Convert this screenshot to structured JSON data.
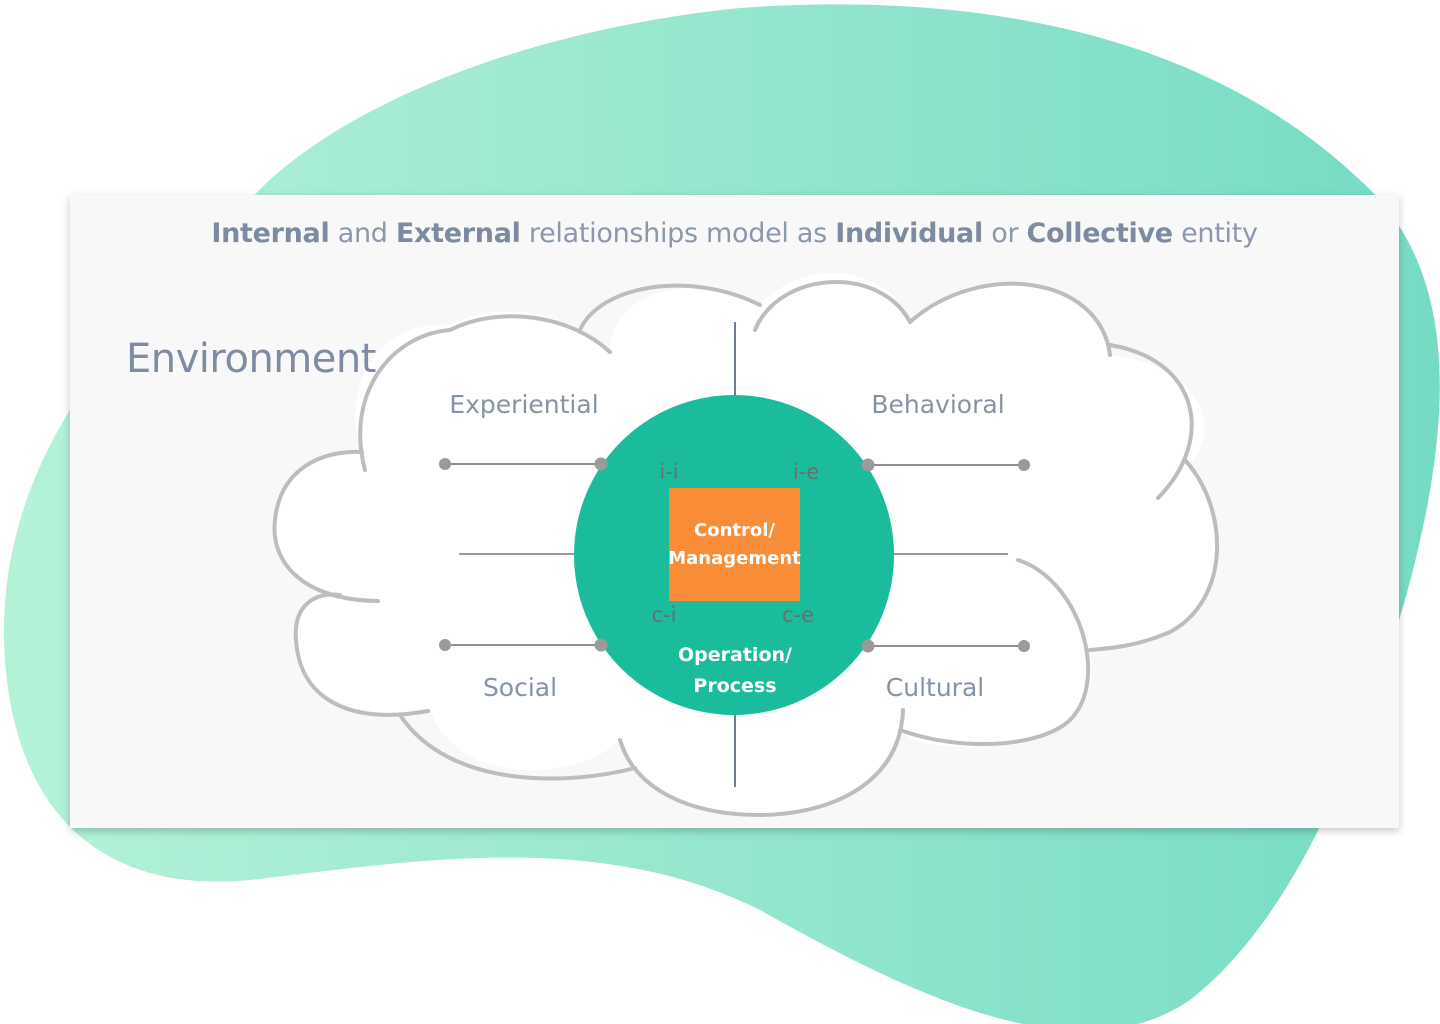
{
  "title": {
    "parts": [
      {
        "text": "Internal",
        "strong": true
      },
      {
        "text": " and ",
        "strong": false
      },
      {
        "text": "External",
        "strong": true
      },
      {
        "text": " relationships model as ",
        "strong": false
      },
      {
        "text": "Individual",
        "strong": true
      },
      {
        "text": " or ",
        "strong": false
      },
      {
        "text": "Collective",
        "strong": true
      },
      {
        "text": " entity",
        "strong": false
      }
    ]
  },
  "environment_label": "Environment",
  "sectors": {
    "top_left": "Experiential",
    "top_right": "Behavioral",
    "bottom_left": "Social",
    "bottom_right": "Cultural"
  },
  "corners": {
    "top_left": "i-i",
    "top_right": "i-e",
    "bottom_left": "c-i",
    "bottom_right": "c-e"
  },
  "core": {
    "line1": "Control/",
    "line2": "Management"
  },
  "process": {
    "line1": "Operation/",
    "line2": "Process"
  },
  "colors": {
    "blob_start": "#b0f0d6",
    "blob_end": "#78dcc6",
    "circle": "#1abc9c",
    "core": "#f98c36",
    "cloud_stroke": "#bdbdbd",
    "connector": "#8f8f8f",
    "label_text": "#8593a7"
  }
}
